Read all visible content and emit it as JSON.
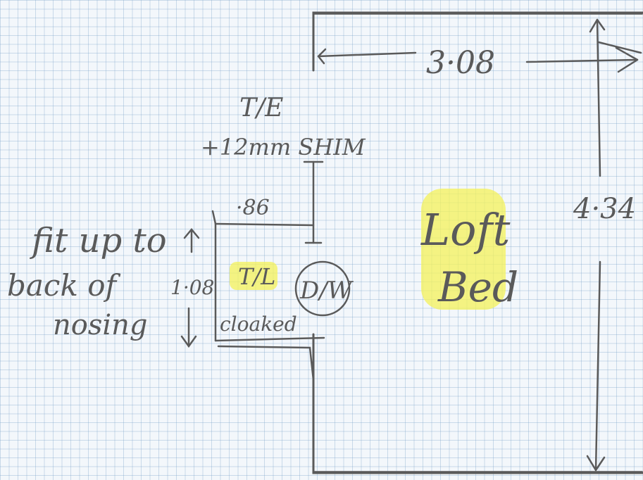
{
  "drawing": {
    "room_width": "3·08",
    "room_height": "4·34",
    "tile_note_line1": "T/E",
    "tile_note_line2": "+12mm SHIM",
    "cupboard_width": "·86",
    "cupboard_height": "1·08",
    "cupboard_label": "T/L",
    "cupboard_sublabel": "cloaked",
    "dishwasher_label": "D/W",
    "note_line1": "fit up to",
    "note_line2": "back of",
    "note_line3": "nosing",
    "loft_bed_line1": "Loft",
    "loft_bed_line2": "Bed"
  },
  "colors": {
    "pencil": "#5a5a5a",
    "highlighter": "#f4f25a",
    "grid": "#78a0c8"
  }
}
